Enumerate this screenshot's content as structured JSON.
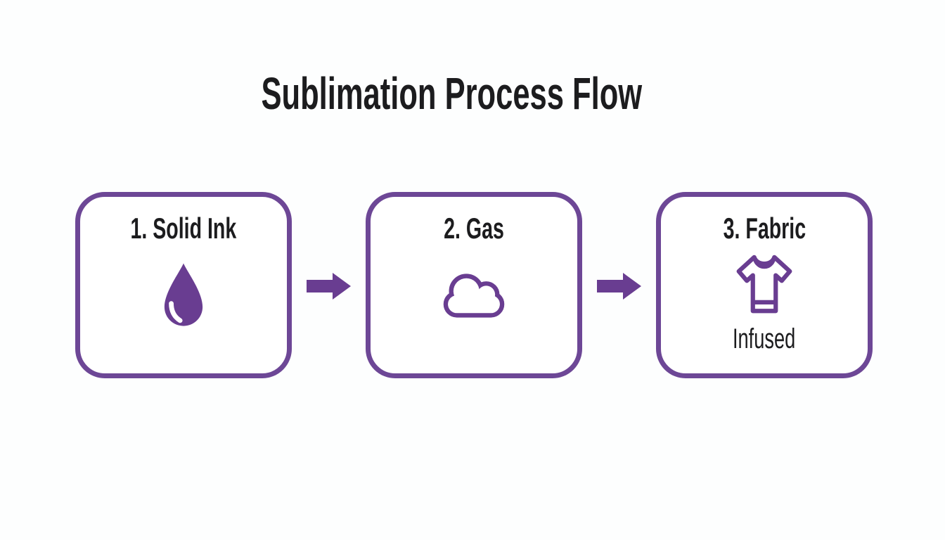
{
  "title": "Sublimation Process Flow",
  "colors": {
    "purple_fill": "#693d91",
    "purple_border": "#6d4796",
    "text_dark": "#1c1c1e",
    "background": "#fdfefe"
  },
  "steps": [
    {
      "label": "1. Solid Ink",
      "icon": "ink-drop-icon"
    },
    {
      "label": "2. Gas",
      "icon": "cloud-icon"
    },
    {
      "label": "3. Fabric",
      "icon": "tshirt-icon",
      "sublabel": "Infused"
    }
  ],
  "connectors": [
    {
      "icon": "arrow-right-icon"
    },
    {
      "icon": "arrow-right-icon"
    }
  ]
}
